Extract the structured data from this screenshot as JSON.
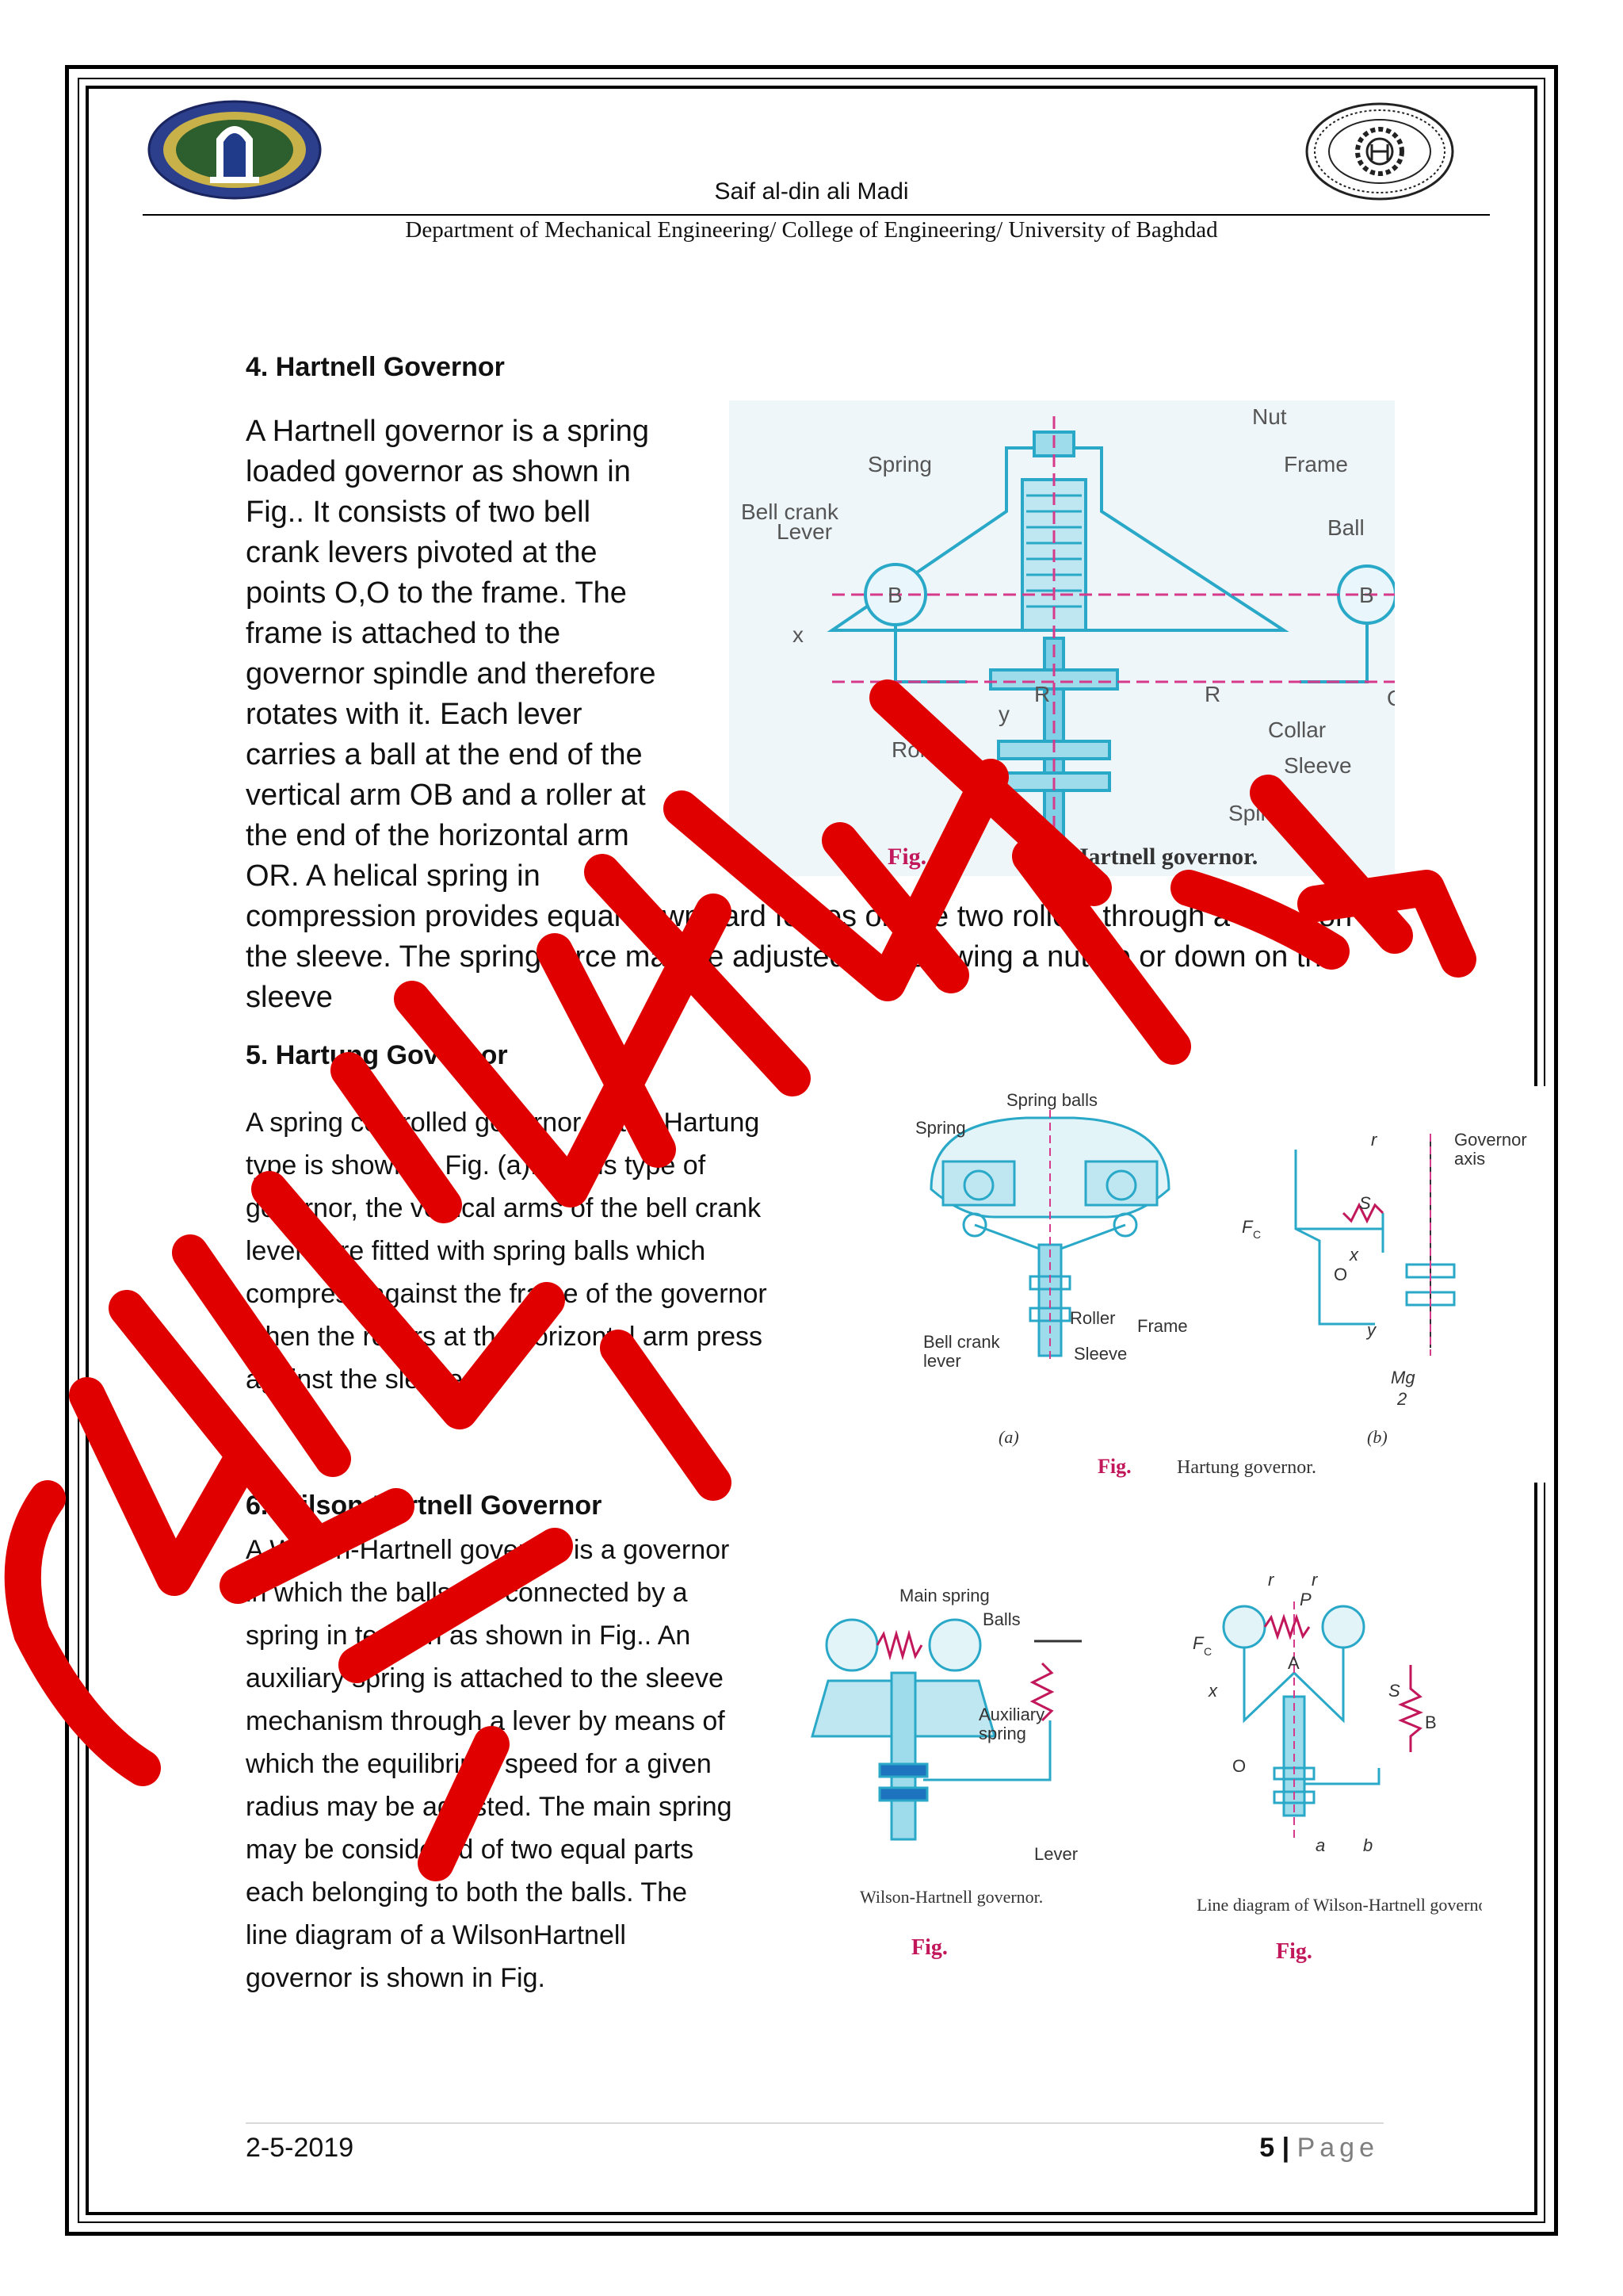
{
  "header": {
    "author": "Saif al-din ali Madi",
    "department": "Department of Mechanical Engineering/ College of Engineering/ University of Baghdad"
  },
  "sections": [
    {
      "heading": "4. Hartnell Governor",
      "paragraph_lines": [
        "A Hartnell governor is a spring",
        "loaded governor as shown in",
        "Fig.. It consists of two bell",
        "crank levers pivoted at the",
        "points O,O to the frame. The",
        "frame is attached to the",
        "governor spindle and therefore",
        "rotates with it. Each lever",
        "carries a ball at the end of the",
        "vertical arm OB and a roller at",
        "the end of the horizontal arm",
        "OR. A helical spring in",
        "compression provides equal downward forces on the two rollers through a collar on",
        "the sleeve. The spring force may be adjusted by screwing a nut up or down on the",
        "sleeve"
      ],
      "figure": {
        "caption_fig": "Fig.",
        "caption_text": "Hartnell governor.",
        "labels": {
          "nut": "Nut",
          "spring": "Spring",
          "frame": "Frame",
          "bell_crank": "Bell crank",
          "lever": "Lever",
          "ball": "Ball",
          "b": "B",
          "x": "x",
          "o": "O",
          "r": "R",
          "y": "y",
          "collar": "Collar",
          "roller": "Roller",
          "sleeve": "Sleeve",
          "spindle": "Spindle"
        }
      }
    },
    {
      "heading": "5. Hartung Governor",
      "paragraph_lines": [
        "A spring controlled governor of the Hartung",
        "type is shown in Fig. (a). In this type of",
        "governor, the vertical arms of the bell crank",
        "levers are fitted with spring balls which",
        "compress against the frame of the governor",
        "when the rollers at the horizontal arm press",
        "against the sleeve."
      ],
      "figure": {
        "caption_fig": "Fig.",
        "caption_text": "Hartung governor.",
        "sub_a": "(a)",
        "sub_b": "(b)",
        "labels": {
          "spring_balls": "Spring balls",
          "spring": "Spring",
          "roller": "Roller",
          "frame": "Frame",
          "bell_crank_lever": "Bell crank\nlever",
          "sleeve": "Sleeve",
          "governor_axis": "Governor\naxis",
          "r": "r",
          "fc": "F",
          "fc_sub": "C",
          "s": "S",
          "x": "x",
          "o": "O",
          "y": "y",
          "mg": "Mg",
          "two": "2"
        }
      }
    },
    {
      "heading": "6. Wilson-Hartnell Governor",
      "paragraph_lines": [
        "A Wilson-Hartnell governor is a governor",
        "in which the balls are connected by a",
        "spring in tension as shown in Fig.. An",
        "auxiliary spring is attached to the sleeve",
        "mechanism through a lever by means of",
        "which the equilibrium speed for a given",
        "radius may be adjusted. The main spring",
        "may be considered of two equal parts",
        "each belonging to both the balls. The",
        "line diagram of a WilsonHartnell",
        "governor is shown in Fig."
      ],
      "figure_left": {
        "caption_text": "Wilson-Hartnell governor.",
        "caption_fig": "Fig.",
        "labels": {
          "main_spring": "Main spring",
          "balls": "Balls",
          "auxiliary_spring": "Auxiliary\nspring",
          "lever": "Lever"
        }
      },
      "figure_right": {
        "caption_text": "Line diagram of Wilson-Hartnell governor.",
        "caption_fig": "Fig.",
        "labels": {
          "r": "r",
          "p": "P",
          "fc": "F",
          "fc_sub": "C",
          "a_upper": "A",
          "x": "x",
          "s": "S",
          "b_upper": "B",
          "o": "O",
          "a": "a",
          "b": "b"
        }
      }
    }
  ],
  "footer": {
    "date": "2-5-2019",
    "page_number": "5",
    "separator": "|",
    "page_word": "Page"
  },
  "watermark_color": "#e00000"
}
